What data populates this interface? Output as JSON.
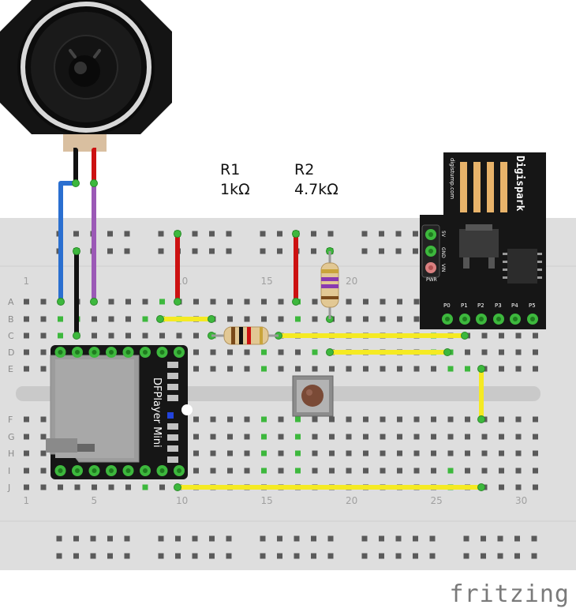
{
  "labels": {
    "r1_name": "R1",
    "r1_value": "1kΩ",
    "r2_name": "R2",
    "r2_value": "4.7kΩ"
  },
  "breadboard": {
    "row_letters": [
      "A",
      "B",
      "C",
      "D",
      "E",
      "F",
      "G",
      "H",
      "I",
      "J"
    ],
    "column_numbers": [
      "1",
      "5",
      "10",
      "15",
      "20",
      "25",
      "30"
    ]
  },
  "dfplayer": {
    "label": "DFPlayer Mini"
  },
  "digispark": {
    "label": "Digispark",
    "usb_text": "digistump.com",
    "power_pins": [
      "5V",
      "GND",
      "VIN"
    ],
    "pwr_label": "PWR",
    "io_pins": [
      "P0",
      "P1",
      "P2",
      "P3",
      "P4",
      "P5"
    ]
  },
  "brand": "fritzing",
  "colors": {
    "board": "#dedede",
    "wire_red": "#cc1111",
    "wire_black": "#111111",
    "wire_blue": "#2a6fd0",
    "wire_purple": "#9b59b6",
    "wire_yellow": "#f5ea23",
    "pcb_black": "#161616",
    "pin_green": "#3db83d"
  }
}
